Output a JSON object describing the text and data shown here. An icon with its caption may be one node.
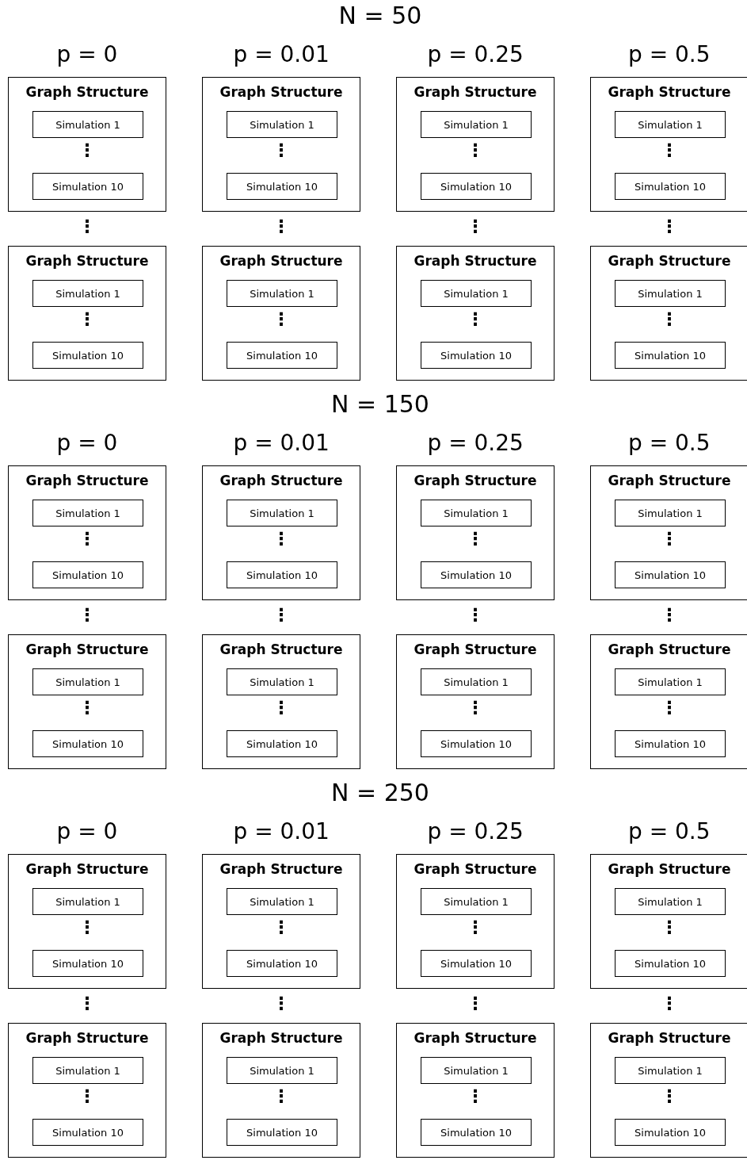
{
  "diagram": {
    "nodes": [
      {
        "text": [
          "Graph Structure"
        ]
      },
      {
        "text": [
          "Simulation 1"
        ],
        "in": 0
      },
      {
        "text": [
          "Simulation 10"
        ],
        "in": 0
      },
      {
        "text": [
          "Graph Structure"
        ]
      },
      {
        "text": [
          "Simulation 1"
        ],
        "in": 3
      },
      {
        "text": [
          "Simulation 10"
        ],
        "in": 3
      },
      {
        "text": [
          "Graph Structure"
        ]
      },
      {
        "text": [
          "Simulation 1"
        ],
        "in": 6
      },
      {
        "text": [
          "Simulation 10"
        ],
        "in": 6
      },
      {
        "text": [
          "Graph Structure"
        ]
      },
      {
        "text": [
          "Simulation 1"
        ],
        "in": 9
      },
      {
        "text": [
          "Simulation 10"
        ],
        "in": 9
      },
      {
        "text": [
          "Graph Structure"
        ]
      },
      {
        "text": [
          "Simulation 1"
        ],
        "in": 12
      },
      {
        "text": [
          "Simulation 10"
        ],
        "in": 12
      },
      {
        "text": [
          "Graph Structure"
        ]
      },
      {
        "text": [
          "Simulation 1"
        ],
        "in": 15
      },
      {
        "text": [
          "Simulation 10"
        ],
        "in": 15
      },
      {
        "text": [
          "Graph Structure"
        ]
      },
      {
        "text": [
          "Simulation 1"
        ],
        "in": 18
      },
      {
        "text": [
          "Simulation 10"
        ],
        "in": 18
      },
      {
        "text": [
          "Graph Structure"
        ]
      },
      {
        "text": [
          "Simulation 1"
        ],
        "in": 21
      },
      {
        "text": [
          "Simulation 10"
        ],
        "in": 21
      },
      {
        "text": [
          "Graph Structure"
        ]
      },
      {
        "text": [
          "Simulation 1"
        ],
        "in": 24
      },
      {
        "text": [
          "Simulation 10"
        ],
        "in": 24
      },
      {
        "text": [
          "Graph Structure"
        ]
      },
      {
        "text": [
          "Simulation 1"
        ],
        "in": 27
      },
      {
        "text": [
          "Simulation 10"
        ],
        "in": 27
      },
      {
        "text": [
          "Graph Structure"
        ]
      },
      {
        "text": [
          "Simulation 1"
        ],
        "in": 30
      },
      {
        "text": [
          "Simulation 10"
        ],
        "in": 30
      },
      {
        "text": [
          "Graph Structure"
        ]
      },
      {
        "text": [
          "Simulation 1"
        ],
        "in": 33
      },
      {
        "text": [
          "Simulation 10"
        ],
        "in": 33
      },
      {
        "text": [
          "Graph Structure"
        ]
      },
      {
        "text": [
          "Simulation 1"
        ],
        "in": 36
      },
      {
        "text": [
          "Simulation 10"
        ],
        "in": 36
      },
      {
        "text": [
          "Graph Structure"
        ]
      },
      {
        "text": [
          "Simulation 1"
        ],
        "in": 39
      },
      {
        "text": [
          "Simulation 10"
        ],
        "in": 39
      },
      {
        "text": [
          "Graph Structure"
        ]
      },
      {
        "text": [
          "Simulation 1"
        ],
        "in": 42
      },
      {
        "text": [
          "Simulation 10"
        ],
        "in": 42
      },
      {
        "text": [
          "Graph Structure"
        ]
      },
      {
        "text": [
          "Simulation 1"
        ],
        "in": 45
      },
      {
        "text": [
          "Simulation 10"
        ],
        "in": 45
      },
      {
        "text": [
          "Graph Structure"
        ]
      },
      {
        "text": [
          "Simulation 1"
        ],
        "in": 48
      },
      {
        "text": [
          "Simulation 10"
        ],
        "in": 48
      },
      {
        "text": [
          "Graph Structure"
        ]
      },
      {
        "text": [
          "Simulation 1"
        ],
        "in": 51
      },
      {
        "text": [
          "Simulation 10"
        ],
        "in": 51
      },
      {
        "text": [
          "Graph Structure"
        ]
      },
      {
        "text": [
          "Simulation 1"
        ],
        "in": 54
      },
      {
        "text": [
          "Simulation 10"
        ],
        "in": 54
      },
      {
        "text": [
          "Graph Structure"
        ]
      },
      {
        "text": [
          "Simulation 1"
        ],
        "in": 57
      },
      {
        "text": [
          "Simulation 10"
        ],
        "in": 57
      },
      {
        "text": [
          "Graph Structure"
        ]
      },
      {
        "text": [
          "Simulation 1"
        ],
        "in": 60
      },
      {
        "text": [
          "Simulation 10"
        ],
        "in": 60
      },
      {
        "text": [
          "Graph Structure"
        ]
      },
      {
        "text": [
          "Simulation 1"
        ],
        "in": 63
      },
      {
        "text": [
          "Simulation 10"
        ],
        "in": 63
      },
      {
        "text": [
          "Graph Structure"
        ]
      },
      {
        "text": [
          "Simulation 1"
        ],
        "in": 66
      },
      {
        "text": [
          "Simulation 10"
        ],
        "in": 66
      },
      {
        "text": [
          "Graph Structure"
        ]
      },
      {
        "text": [
          "Simulation 1"
        ],
        "in": 69
      },
      {
        "text": [
          "Simulation 10"
        ],
        "in": 69
      }
    ],
    "labels": [
      "N = 50",
      "p = 0",
      "p = 0.01",
      "p = 0.25",
      "p = 0.5",
      "⋮",
      "⋮",
      "⋮",
      "⋮",
      "⋮",
      "⋮",
      "⋮",
      "⋮",
      "⋮",
      "⋮",
      "⋮",
      "⋮",
      "N = 150",
      "p = 0",
      "p = 0.01",
      "p = 0.25",
      "p = 0.5",
      "⋮",
      "⋮",
      "⋮",
      "⋮",
      "⋮",
      "⋮",
      "⋮",
      "⋮",
      "⋮",
      "⋮",
      "⋮",
      "⋮",
      "N = 250",
      "p = 0",
      "p = 0.01",
      "p = 0.25",
      "p = 0.5",
      "⋮",
      "⋮",
      "⋮",
      "⋮",
      "⋮",
      "⋮",
      "⋮",
      "⋮",
      "⋮",
      "⋮",
      "⋮",
      "⋮"
    ]
  }
}
